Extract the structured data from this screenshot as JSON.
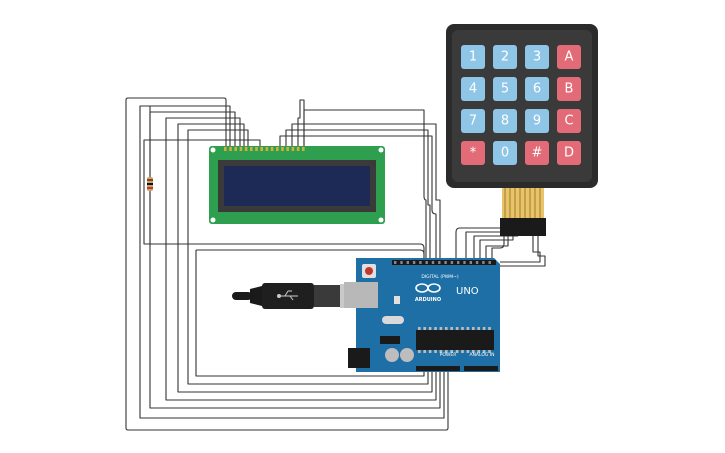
{
  "colors": {
    "wire": "#333333",
    "key_blue": "#8fc6e8",
    "key_red": "#e36b77",
    "keypad_body": "#2b2b2b",
    "lcd_board": "#2e9e4f",
    "lcd_screen": "#1c2a55",
    "arduino_board": "#1d6fa5",
    "resistor": "#c8a46a"
  },
  "keypad": {
    "rows": [
      [
        {
          "label": "1",
          "color": "blue"
        },
        {
          "label": "2",
          "color": "blue"
        },
        {
          "label": "3",
          "color": "blue"
        },
        {
          "label": "A",
          "color": "red"
        }
      ],
      [
        {
          "label": "4",
          "color": "blue"
        },
        {
          "label": "5",
          "color": "blue"
        },
        {
          "label": "6",
          "color": "blue"
        },
        {
          "label": "B",
          "color": "red"
        }
      ],
      [
        {
          "label": "7",
          "color": "blue"
        },
        {
          "label": "8",
          "color": "blue"
        },
        {
          "label": "9",
          "color": "blue"
        },
        {
          "label": "C",
          "color": "red"
        }
      ],
      [
        {
          "label": "*",
          "color": "red"
        },
        {
          "label": "0",
          "color": "blue"
        },
        {
          "label": "#",
          "color": "red"
        },
        {
          "label": "D",
          "color": "red"
        }
      ]
    ]
  },
  "arduino": {
    "model_label": "UNO",
    "brand_label": "ARDUINO",
    "digital_label": "DIGITAL (PWM~)",
    "power_label": "POWER",
    "analog_label": "ANALOG IN"
  },
  "components": {
    "lcd": "lcd-16x2",
    "resistor": "resistor",
    "usb_cable": "usb-cable",
    "keypad": "keypad-4x4"
  }
}
